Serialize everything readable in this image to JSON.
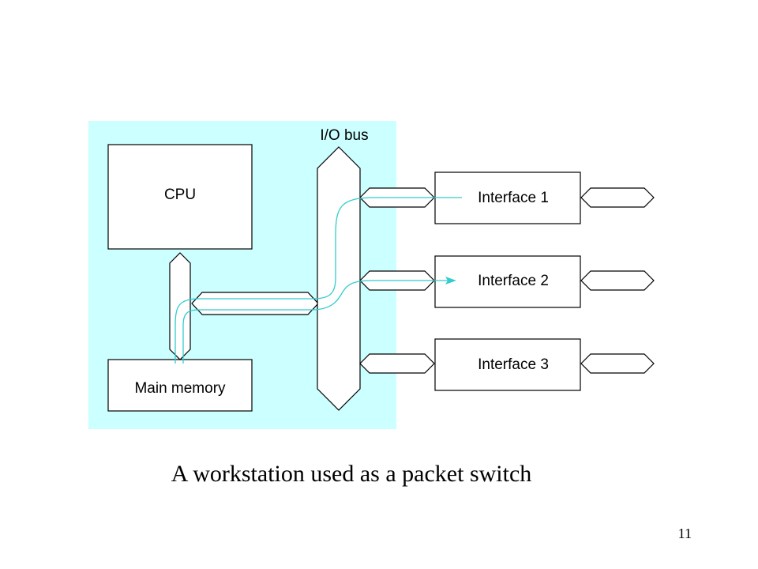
{
  "diagram": {
    "io_bus_label": "I/O bus",
    "cpu_label": "CPU",
    "memory_label": "Main memory",
    "interfaces": [
      "Interface 1",
      "Interface 2",
      "Interface 3"
    ]
  },
  "caption": "A workstation used as a packet switch",
  "slide_number": "11",
  "colors": {
    "workstation_background": "#ccffff",
    "packet_path": "#33cccc",
    "outline": "#000000"
  }
}
